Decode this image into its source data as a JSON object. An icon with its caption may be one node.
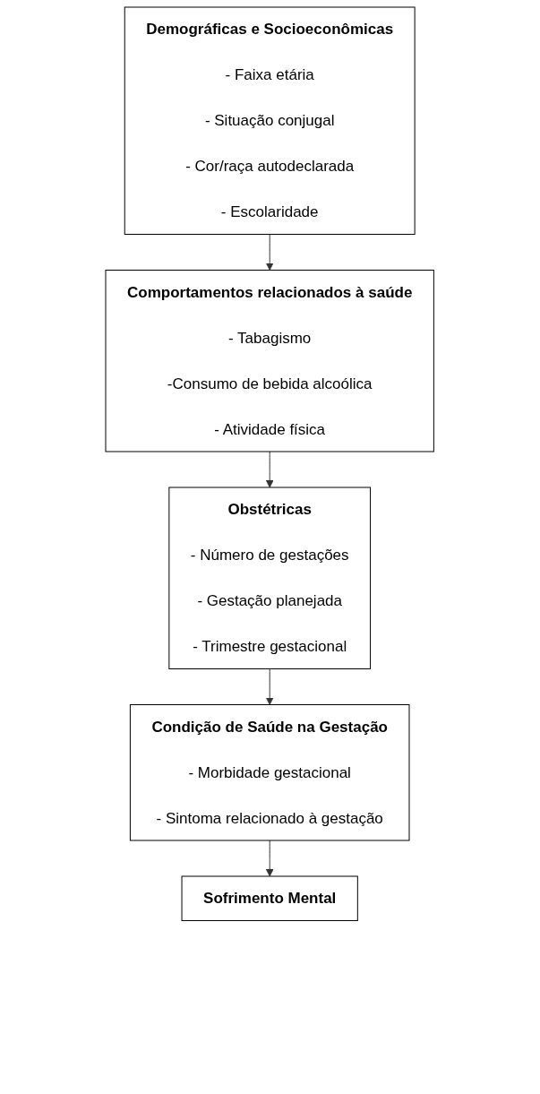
{
  "diagram": {
    "nodes": [
      {
        "text": [
          "Demográficas e Socioeconômicas",
          "- Faixa etária",
          "- Situação conjugal",
          "- Cor/raça autodeclarada",
          "- Escolaridade"
        ]
      },
      {
        "text": [
          "Comportamentos relacionados à saúde",
          "- Tabagismo",
          "-Consumo de bebida alcoólica",
          "- Atividade física"
        ]
      },
      {
        "text": [
          "Obstétricas",
          "- Número de gestações",
          "- Gestação planejada",
          "- Trimestre gestacional"
        ]
      },
      {
        "text": [
          "Condição de Saúde na Gestação",
          "- Morbidade gestacional",
          "- Sintoma relacionado à gestação"
        ]
      },
      {
        "text": [
          "Sofrimento Mental"
        ]
      }
    ],
    "edges": [
      {
        "from": 0,
        "to": 1,
        "arrow": "to"
      },
      {
        "from": 1,
        "to": 2,
        "arrow": "to"
      },
      {
        "from": 2,
        "to": 3,
        "arrow": "to"
      },
      {
        "from": 3,
        "to": 4,
        "arrow": "to"
      }
    ]
  }
}
